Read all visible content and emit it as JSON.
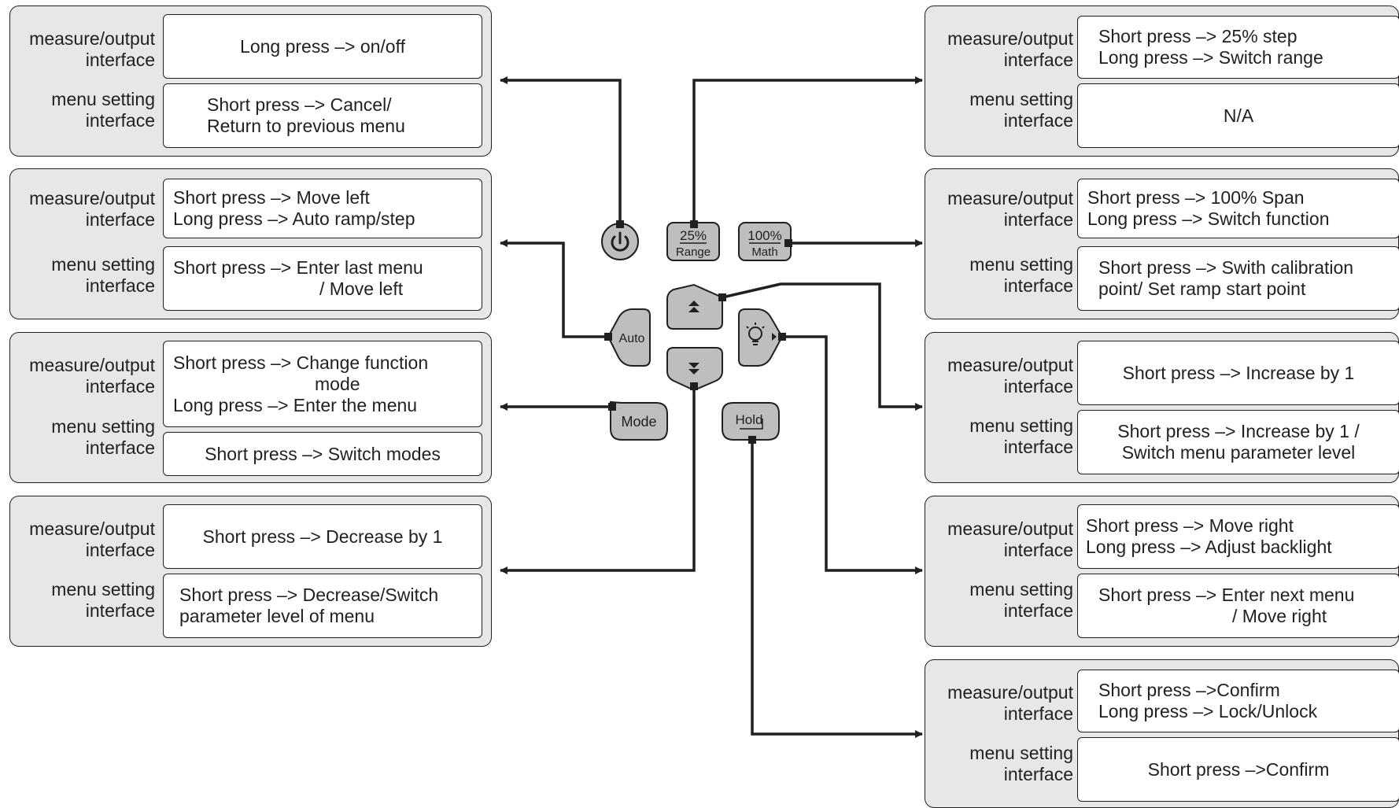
{
  "labels": {
    "measure_a": "measure/output",
    "measure_b": "interface",
    "menu_a": "menu setting",
    "menu_b": "interface"
  },
  "buttons": {
    "range_top": "25%",
    "range_bottom": "Range",
    "math_top": "100%",
    "math_bottom": "Math",
    "auto": "Auto",
    "mode": "Mode",
    "hold": "Hold"
  },
  "panels": {
    "power": {
      "measure": [
        "Long press –> on/off"
      ],
      "menu": [
        "Short press –> Cancel/",
        "Return to previous menu"
      ]
    },
    "auto": {
      "measure": [
        "Short press –> Move left",
        "Long press –> Auto ramp/step"
      ],
      "menu": [
        "Short press –>  Enter last menu",
        "/ Move left"
      ]
    },
    "mode": {
      "measure": [
        "Short press –> Change function",
        "mode",
        "Long press –> Enter the menu"
      ],
      "menu": [
        "Short press –> Switch modes"
      ]
    },
    "down": {
      "measure": [
        "Short press –> Decrease by 1"
      ],
      "menu": [
        "Short press –> Decrease/Switch",
        "parameter level of menu"
      ]
    },
    "range": {
      "measure": [
        "Short press –> 25% step",
        "Long press –> Switch range"
      ],
      "menu": [
        "N/A"
      ]
    },
    "math": {
      "measure": [
        "Short press –> 100% Span",
        "Long press –> Switch function"
      ],
      "menu": [
        "Short press –> Swith calibration",
        "point/ Set ramp start point"
      ]
    },
    "up": {
      "measure": [
        "Short press –> Increase by 1"
      ],
      "menu": [
        "Short press –> Increase by 1 /",
        "Switch menu parameter level"
      ]
    },
    "right": {
      "measure": [
        "Short press –> Move right",
        "Long press –> Adjust backlight"
      ],
      "menu": [
        "Short press –> Enter next menu",
        "/ Move right"
      ]
    },
    "hold": {
      "measure": [
        "Short press –>Confirm",
        "Long press –> Lock/Unlock"
      ],
      "menu": [
        "Short press –>Confirm"
      ]
    }
  },
  "colors": {
    "panel": "#e6e7e8",
    "line": "#231f20",
    "button": "#bcbec0"
  }
}
